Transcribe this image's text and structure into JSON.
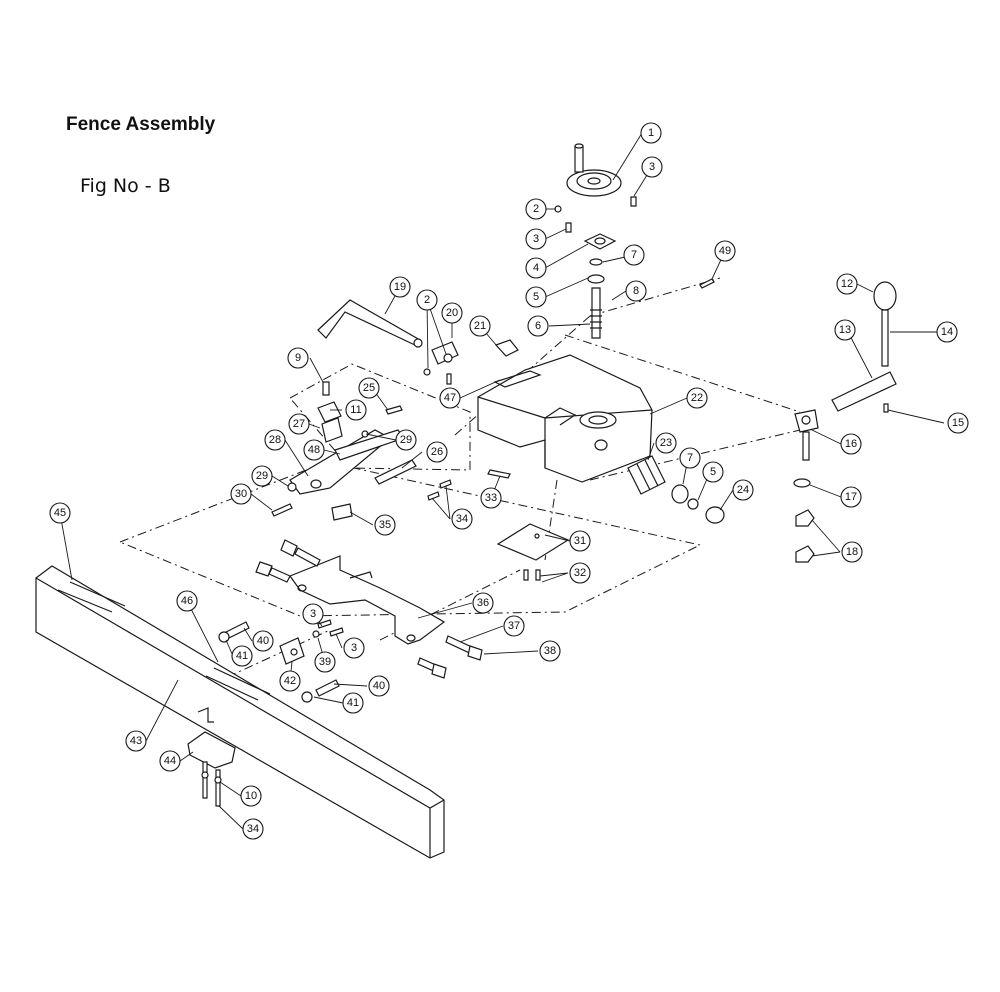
{
  "title": "Fence Assembly",
  "figure_label": "Fig No - B",
  "callouts": [
    {
      "n": "1"
    },
    {
      "n": "2"
    },
    {
      "n": "3"
    },
    {
      "n": "3"
    },
    {
      "n": "4"
    },
    {
      "n": "5"
    },
    {
      "n": "7"
    },
    {
      "n": "8"
    },
    {
      "n": "6"
    },
    {
      "n": "49"
    },
    {
      "n": "19"
    },
    {
      "n": "2"
    },
    {
      "n": "20"
    },
    {
      "n": "21"
    },
    {
      "n": "9"
    },
    {
      "n": "25"
    },
    {
      "n": "11"
    },
    {
      "n": "27"
    },
    {
      "n": "29"
    },
    {
      "n": "47"
    },
    {
      "n": "22"
    },
    {
      "n": "12"
    },
    {
      "n": "13"
    },
    {
      "n": "14"
    },
    {
      "n": "15"
    },
    {
      "n": "16"
    },
    {
      "n": "28"
    },
    {
      "n": "48"
    },
    {
      "n": "26"
    },
    {
      "n": "23"
    },
    {
      "n": "7"
    },
    {
      "n": "5"
    },
    {
      "n": "24"
    },
    {
      "n": "17"
    },
    {
      "n": "29"
    },
    {
      "n": "30"
    },
    {
      "n": "33"
    },
    {
      "n": "34"
    },
    {
      "n": "35"
    },
    {
      "n": "18"
    },
    {
      "n": "31"
    },
    {
      "n": "32"
    },
    {
      "n": "45"
    },
    {
      "n": "46"
    },
    {
      "n": "3"
    },
    {
      "n": "3"
    },
    {
      "n": "40"
    },
    {
      "n": "41"
    },
    {
      "n": "39"
    },
    {
      "n": "36"
    },
    {
      "n": "37"
    },
    {
      "n": "38"
    },
    {
      "n": "42"
    },
    {
      "n": "40"
    },
    {
      "n": "41"
    },
    {
      "n": "43"
    },
    {
      "n": "44"
    },
    {
      "n": "10"
    },
    {
      "n": "34"
    }
  ]
}
